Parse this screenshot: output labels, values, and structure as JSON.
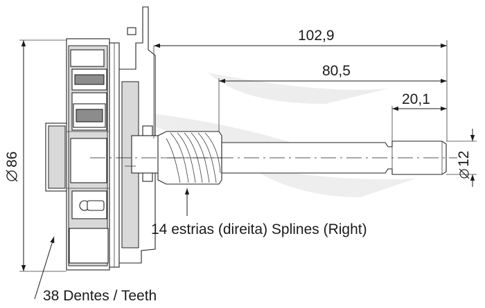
{
  "dimensions": {
    "overall_length": "102,9",
    "shaft_length": "80,5",
    "end_length": "20,1",
    "housing_diameter": "86",
    "shaft_diameter": "12"
  },
  "notes": {
    "splines": "14 estrias (direita) Splines  (Right)",
    "teeth": "38 Dentes / Teeth"
  },
  "colors": {
    "line": "#1a1a1a",
    "part_fill": "#ffffff",
    "shade": "#d9d9d9",
    "watermark": "#ececec"
  }
}
